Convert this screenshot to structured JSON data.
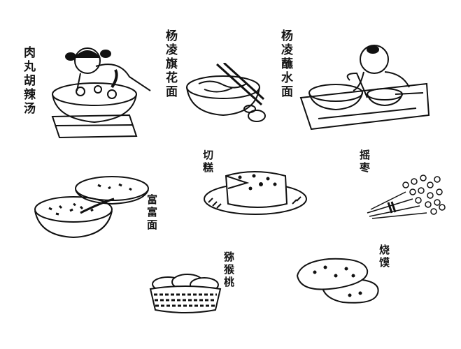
{
  "illustration": {
    "background": "#ffffff",
    "ink": "#111111",
    "items": [
      {
        "id": "meatball-soup",
        "label": "肉丸胡辣汤",
        "subject": "girl leaning over bowl of meatball soup on wooden trivet"
      },
      {
        "id": "flag-noodles",
        "label": "杨凌旗花面",
        "subject": "bowl of noodles with chopsticks and egg"
      },
      {
        "id": "dipping-noodles",
        "label": "杨凌蘸水面",
        "subject": "baby eating from two bowls on wooden table"
      },
      {
        "id": "rich-noodles",
        "label": "富富面",
        "subject": "two bowls of noodle soup with spoon"
      },
      {
        "id": "cut-cake",
        "label": "切糕",
        "subject": "round cake with slice cut out on plate"
      },
      {
        "id": "jujube-branch",
        "label": "摇枣",
        "subject": "bundle of jujube branches"
      },
      {
        "id": "kiwi-basket",
        "label": "猕猴桃",
        "subject": "woven basket of kiwi fruit"
      },
      {
        "id": "flatbread",
        "label": "烧馍",
        "subject": "two baked flatbreads"
      }
    ]
  }
}
